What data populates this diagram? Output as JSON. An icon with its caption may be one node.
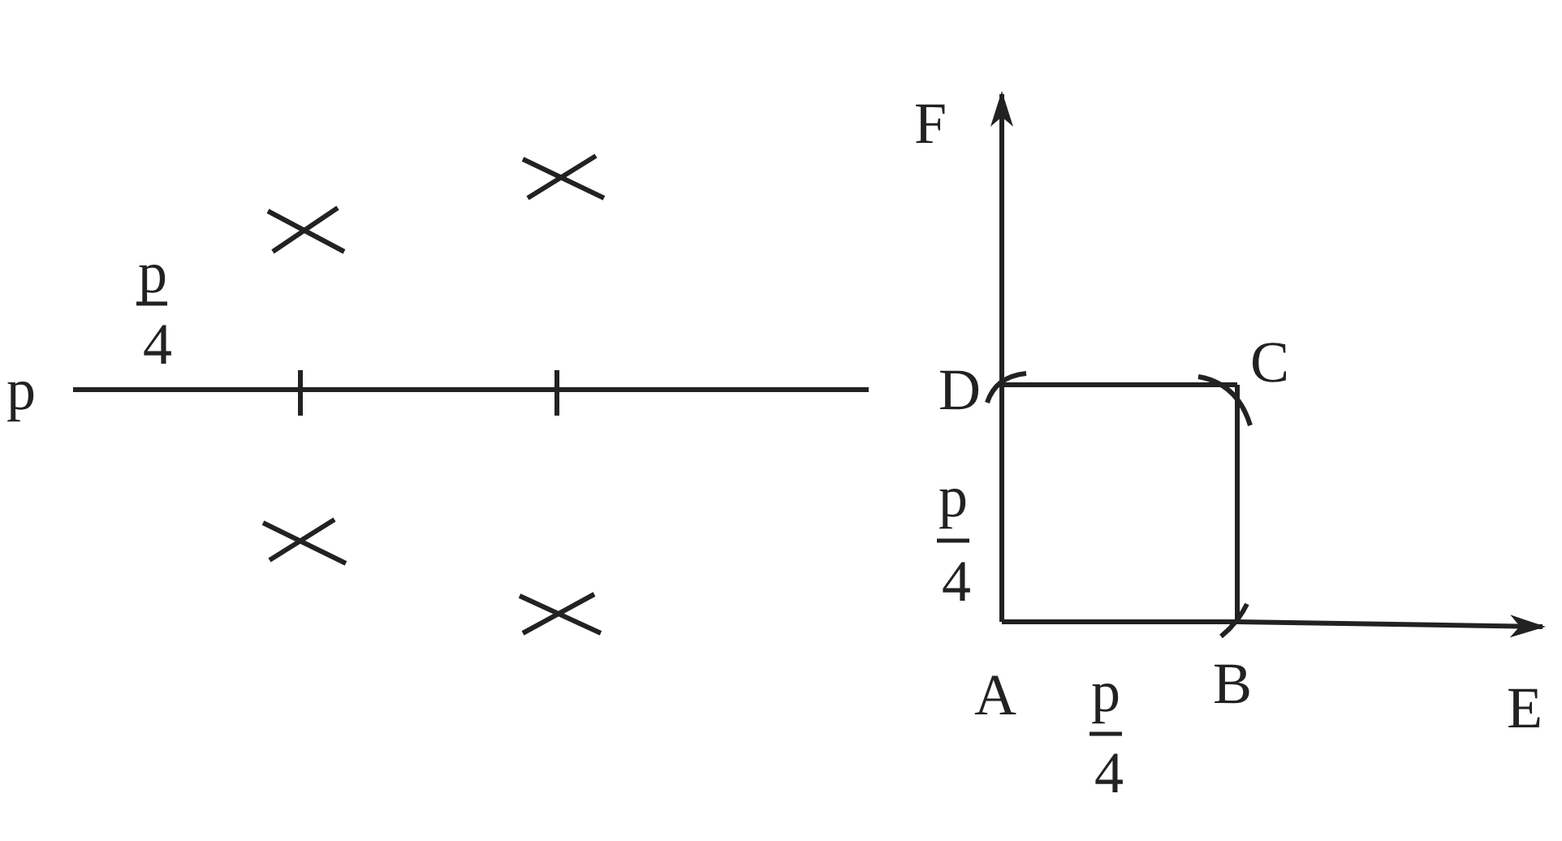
{
  "diagram": {
    "nodes": [
      {
        "text": [
          "F"
        ]
      },
      {
        "text": [
          "D"
        ]
      },
      {
        "text": [
          "C"
        ]
      },
      {
        "text": [
          "A"
        ]
      },
      {
        "text": [
          "B"
        ]
      },
      {
        "text": [
          "E"
        ]
      }
    ],
    "edges": [
      {
        "from": 3,
        "to": 1,
        "arrow": "none"
      },
      {
        "from": 1,
        "to": 0,
        "arrow": "to"
      },
      {
        "from": 1,
        "to": 2,
        "arrow": "none"
      },
      {
        "from": 2,
        "to": 4,
        "arrow": "none"
      },
      {
        "from": 3,
        "to": 4,
        "arrow": "none"
      },
      {
        "from": 4,
        "to": 5,
        "arrow": "to"
      }
    ],
    "labels": [
      "p",
      "p",
      "4",
      "p",
      "4",
      "p",
      "4"
    ]
  }
}
